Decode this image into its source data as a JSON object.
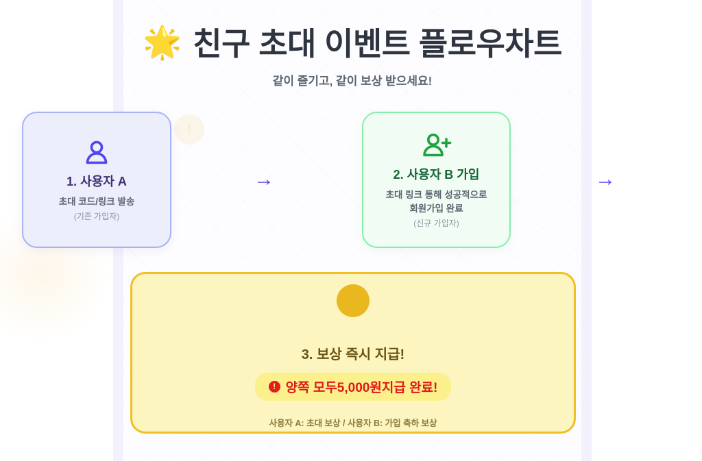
{
  "header": {
    "emoji": "🌟",
    "emoji_name": "glowing-star-emoji",
    "title": "친구 초대 이벤트 플로우차트",
    "subtitle": "같이 즐기고, 같이 보상 받으세요!"
  },
  "flow": {
    "arrow_glyph": "→",
    "ghost_badge_glyph": "!",
    "steps": [
      {
        "id": "user-a",
        "icon": "user-icon",
        "title": "1. 사용자 A",
        "desc": "초대 코드/링크 발송",
        "note": "(기존 가입자)",
        "fill": "#eceefc",
        "border": "#a7b2f5",
        "accent": "#5346e8"
      },
      {
        "id": "user-b",
        "icon": "user-plus-icon",
        "title": "2. 사용자 B 가입",
        "desc": "초대 링크 통해 성공적으로\n회원가입 완료",
        "desc_line1": "초대 링크 통해 성공적으로",
        "desc_line2": "회원가입 완료",
        "note": "(신규 가입자)",
        "fill": "#f1fdf4",
        "border": "#85eeab",
        "accent": "#16a34a"
      }
    ]
  },
  "reward": {
    "id": "reward",
    "icon": "gold-coin-icon",
    "title": "3. 보상 즉시 지급!",
    "pill_icon": "exclamation-icon",
    "pill_icon_glyph": "!",
    "pill_text": "양쪽 모두5,000원지급 완료!",
    "footnote": "사용자 A: 초대 보상 / 사용자 B: 가입 축하 보상",
    "fill": "#fcf5bf",
    "border": "#f0bf21",
    "coin_color": "#e9b81f",
    "pill_fill": "#fbf08c",
    "pill_color": "#e01818"
  }
}
